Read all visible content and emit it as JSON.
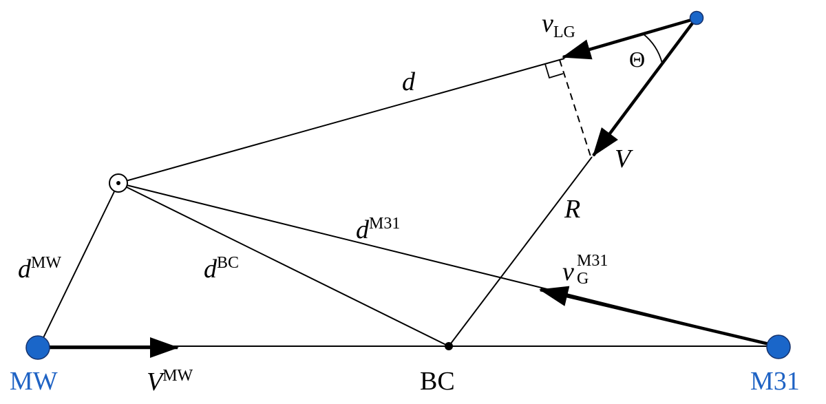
{
  "colors": {
    "node_fill": "#1a66c9",
    "node_stroke": "#15316b",
    "node_label": "#1f63c4",
    "line": "#000000"
  },
  "nodes": {
    "mw": "MW",
    "m31": "M31",
    "bc": "BC"
  },
  "labels": {
    "d_sym": "d",
    "d_mw_sup": "MW",
    "d_bc_sup": "BC",
    "d_m31_sup": "M31",
    "R": "R",
    "V": "V",
    "v_sym": "v",
    "v_lg_sub": "LG",
    "v_g_sub": "G",
    "v_g_sup": "M31",
    "V_mw_sup": "MW",
    "theta": "Θ"
  }
}
